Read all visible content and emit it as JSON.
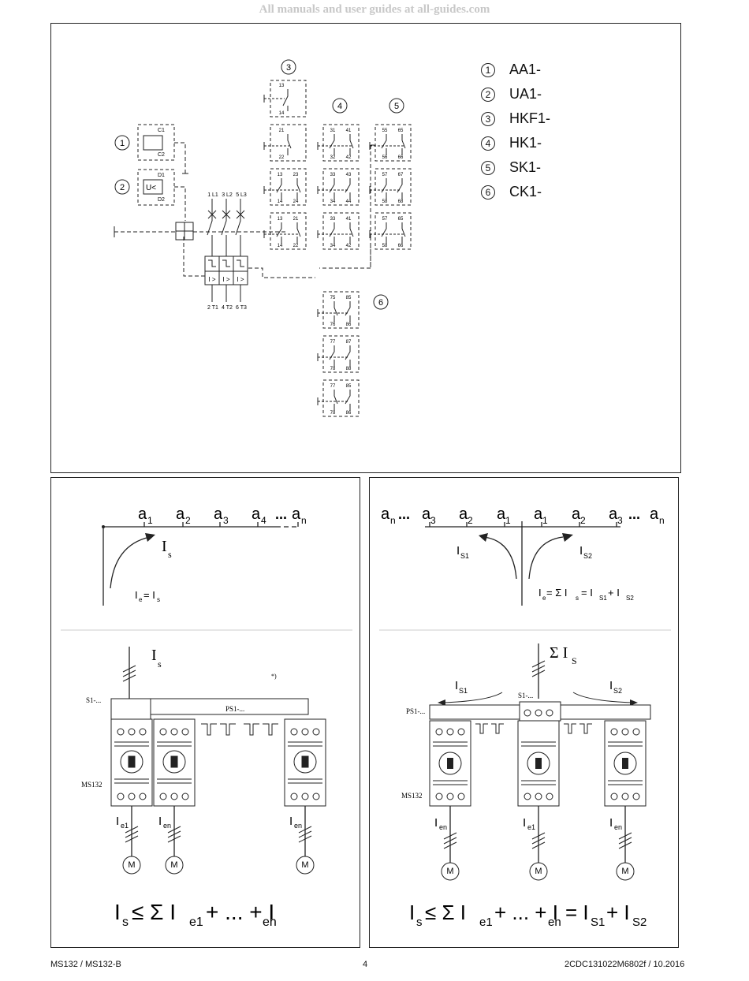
{
  "watermark": "All manuals and user guides at all-guides.com",
  "top_panel": {
    "circle_markers": [
      "1",
      "2",
      "3",
      "4",
      "5",
      "6"
    ],
    "legend": [
      {
        "num": "1",
        "label": "AA1-"
      },
      {
        "num": "2",
        "label": "UA1-"
      },
      {
        "num": "3",
        "label": "HKF1-"
      },
      {
        "num": "4",
        "label": "HK1-"
      },
      {
        "num": "5",
        "label": "SK1-"
      },
      {
        "num": "6",
        "label": "CK1-"
      }
    ],
    "coil_labels": {
      "c1": "C1",
      "c2": "C2",
      "d1": "D1",
      "d2": "D2",
      "u": "U<"
    },
    "terminals_top": [
      "1 L1",
      "3 L2",
      "5 L3"
    ],
    "terminals_bottom": [
      "2 T1",
      "4 T2",
      "6 T3"
    ],
    "trip_labels": [
      "I >",
      "I >",
      "I >"
    ],
    "contacts": {
      "hkf_top": [
        "13",
        "14"
      ],
      "hkf": [
        [
          "21",
          "22"
        ],
        [
          "13",
          "23",
          "14",
          "24"
        ],
        [
          "13",
          "21",
          "14",
          "22"
        ]
      ],
      "hk": [
        [
          "31",
          "41",
          "32",
          "42"
        ],
        [
          "33",
          "43",
          "34",
          "44"
        ],
        [
          "33",
          "41",
          "34",
          "42"
        ]
      ],
      "sk": [
        [
          "55",
          "65",
          "56",
          "66"
        ],
        [
          "57",
          "67",
          "58",
          "68"
        ],
        [
          "57",
          "65",
          "58",
          "66"
        ]
      ],
      "ck": [
        [
          "75",
          "85",
          "76",
          "86"
        ],
        [
          "77",
          "87",
          "78",
          "88"
        ],
        [
          "77",
          "85",
          "78",
          "86"
        ]
      ]
    }
  },
  "left_panel": {
    "axis_labels": [
      "a",
      "a",
      "a",
      "a",
      "a"
    ],
    "axis_subs": [
      "1",
      "2",
      "3",
      "4",
      "n"
    ],
    "ellipsis": "...",
    "is_label": "I",
    "is_sub": "s",
    "eq_ie": "I",
    "eq_ie_sub": "e",
    "eq_eq": "= I",
    "eq_is_sub": "s",
    "feed_I": "I",
    "feed_sub": "s",
    "note": "*)",
    "label_s1": "S1-...",
    "label_ps1": "PS1-...",
    "label_ms132": "MS132",
    "motor_currents": [
      {
        "I": "I",
        "sub": "e1"
      },
      {
        "I": "I",
        "sub": "en"
      },
      {
        "I": "I",
        "sub": "en"
      }
    ],
    "motor_symbol": "M",
    "formula": {
      "I": "I",
      "s": "s",
      "le": "≤ Σ I",
      "e1": "e1",
      "plus": "+ ... + I",
      "en": "en"
    }
  },
  "right_panel": {
    "axis_labels": [
      "a",
      "a",
      "a",
      "a",
      "a",
      "a",
      "a",
      "a"
    ],
    "axis_subs": [
      "n",
      "3",
      "2",
      "1",
      "1",
      "2",
      "3",
      "n"
    ],
    "ellipsis": "...",
    "is1": {
      "I": "I",
      "sub": "S1"
    },
    "is2": {
      "I": "I",
      "sub": "S2"
    },
    "eq": {
      "I": "I",
      "e": "e",
      "mid": "= Σ I",
      "s": "s",
      "plus": "= I",
      "s1": "S1",
      "plus2": "+ I",
      "s2": "S2"
    },
    "feed": {
      "sigma": "Σ I",
      "sub": "S"
    },
    "label_s1": "S1-...",
    "label_ps1": "PS1-...",
    "label_ms132": "MS132",
    "motor_currents": [
      {
        "I": "I",
        "sub": "en"
      },
      {
        "I": "I",
        "sub": "e1"
      },
      {
        "I": "I",
        "sub": "en"
      }
    ],
    "motor_symbol": "M",
    "formula": {
      "I": "I",
      "s": "s",
      "le": "≤ Σ I",
      "e1": "e1",
      "plus": "+ ... + I",
      "en": "en",
      "eq": "= I",
      "s1": "S1",
      "plus2": "+ I",
      "s2": "S2"
    }
  },
  "footer": {
    "left": "MS132 / MS132-B",
    "center": "4",
    "right": "2CDC131022M6802f / 10.2016"
  }
}
